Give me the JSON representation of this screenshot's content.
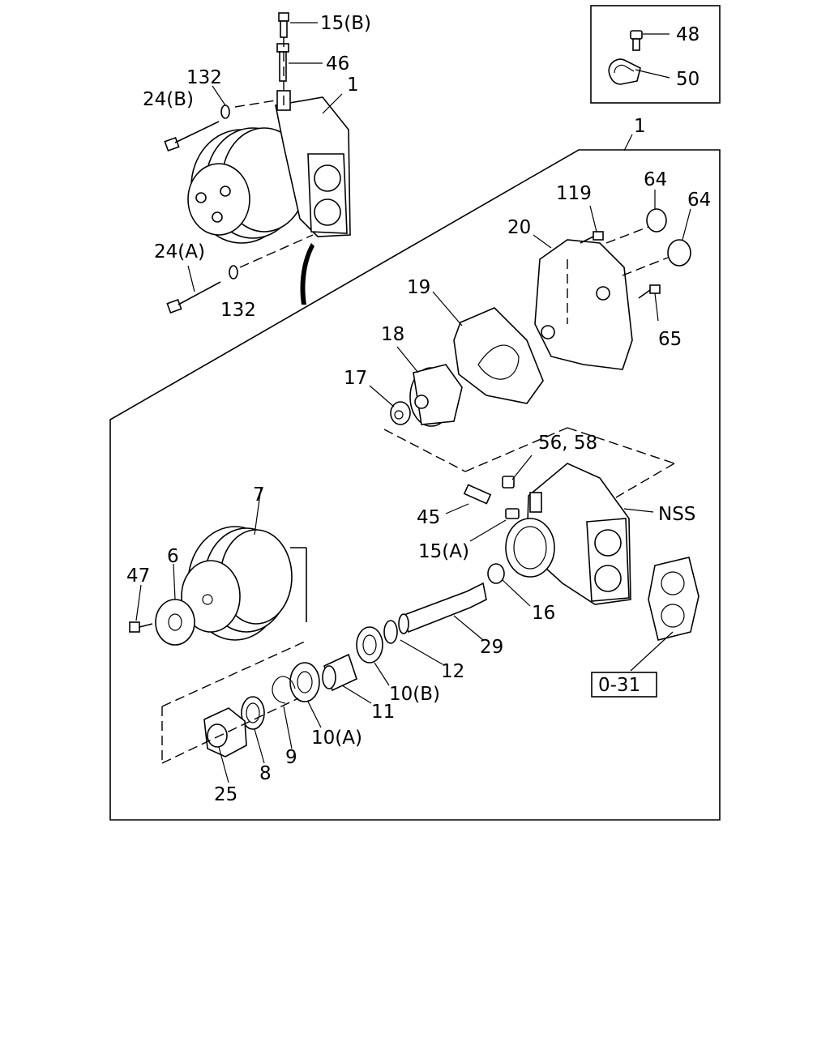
{
  "callouts": {
    "c15b": "15(B)",
    "c46": "46",
    "c132_top": "132",
    "c24b": "24(B)",
    "c1_top": "1",
    "c24a": "24(A)",
    "c132_bot": "132",
    "c48": "48",
    "c50": "50",
    "c1_group": "1",
    "c119": "119",
    "c64_a": "64",
    "c64_b": "64",
    "c20": "20",
    "c19": "19",
    "c18": "18",
    "c17": "17",
    "c65": "65",
    "c56_58": "56, 58",
    "c45": "45",
    "cnss": "NSS",
    "c15a": "15(A)",
    "c16": "16",
    "c7": "7",
    "c6": "6",
    "c47": "47",
    "c29": "29",
    "c12": "12",
    "c10b": "10(B)",
    "c11": "11",
    "c9": "9",
    "c10a": "10(A)",
    "c8": "8",
    "c25": "25",
    "ref": "0-31"
  }
}
